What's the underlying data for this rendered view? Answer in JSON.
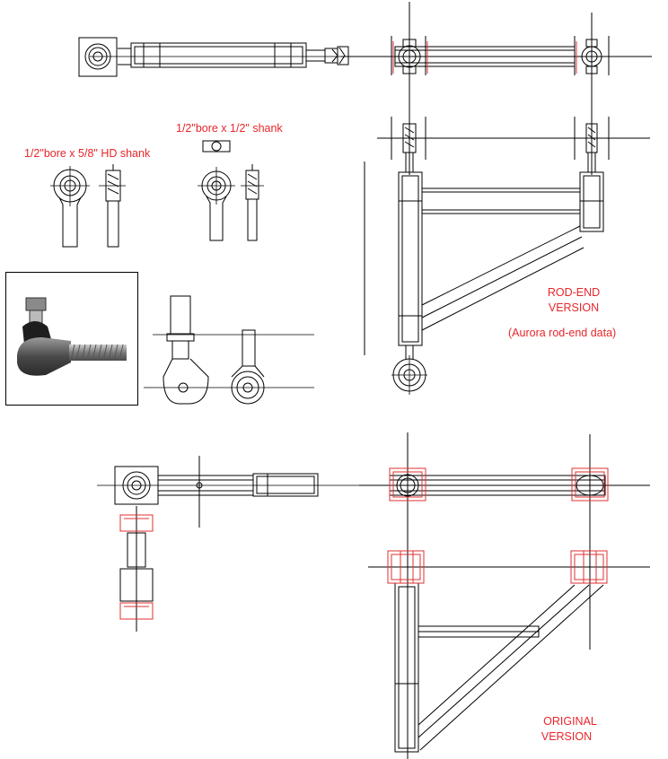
{
  "labels": {
    "shank_hd": "1/2\"bore x 5/8\" HD shank",
    "shank_std": "1/2\"bore x 1/2\" shank",
    "rod_end_line1": "ROD-END",
    "rod_end_line2": "VERSION",
    "aurora": "(Aurora rod-end data)",
    "original_line1": "ORIGINAL",
    "original_line2": "VERSION"
  },
  "colors": {
    "label_red": "#e8262b",
    "line": "#000000",
    "highlight": "#e03030",
    "photo_metal": "#6b6b6b"
  },
  "icons": {
    "photo": "ball-joint-photo"
  }
}
